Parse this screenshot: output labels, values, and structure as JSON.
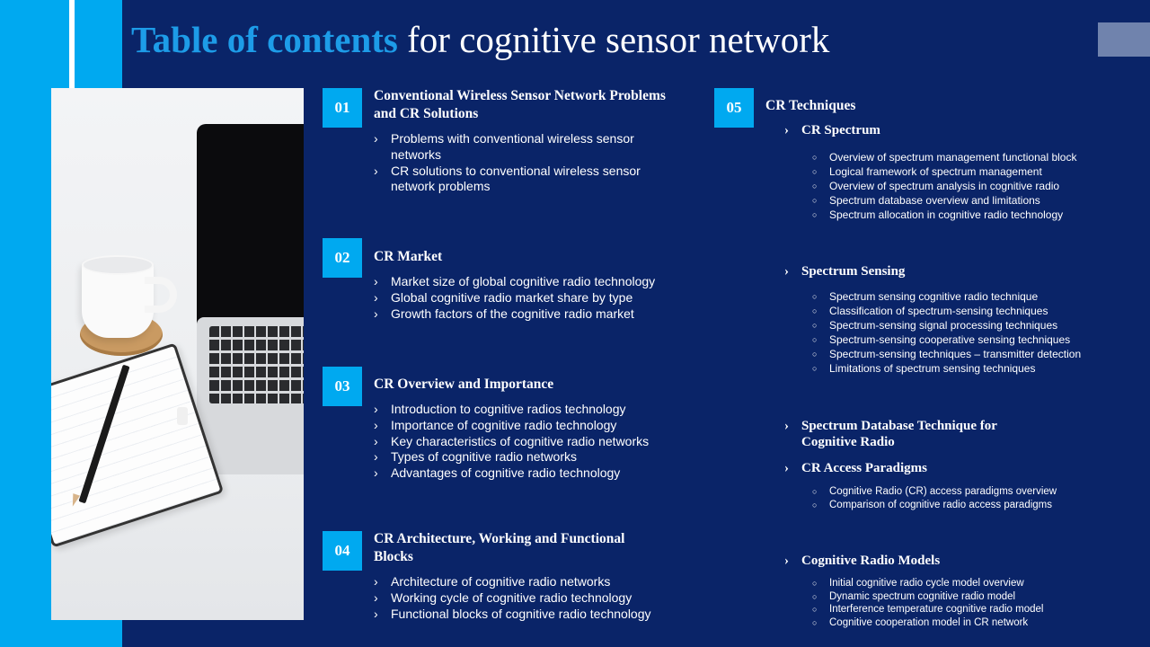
{
  "title": {
    "accent": "Table of contents",
    "rest": " for cognitive sensor network"
  },
  "sections": [
    {
      "num": "01",
      "heading": "Conventional Wireless Sensor Network Problems and CR Solutions",
      "items": [
        "Problems with conventional wireless sensor networks",
        "CR solutions to conventional wireless sensor network problems"
      ]
    },
    {
      "num": "02",
      "heading": "CR Market",
      "items": [
        "Market size of global cognitive radio technology",
        "Global cognitive radio market share by type",
        "Growth factors of the cognitive radio market"
      ]
    },
    {
      "num": "03",
      "heading": "CR Overview and Importance",
      "items": [
        "Introduction to cognitive radios technology",
        "Importance of cognitive radio technology",
        "Key characteristics of cognitive radio networks",
        "Types of cognitive radio networks",
        "Advantages of cognitive radio technology"
      ]
    },
    {
      "num": "04",
      "heading": "CR Architecture, Working and Functional Blocks",
      "items": [
        "Architecture of cognitive radio networks",
        "Working cycle of cognitive radio technology",
        "Functional blocks of cognitive radio technology"
      ]
    },
    {
      "num": "05",
      "heading": "CR Techniques",
      "subsections": [
        {
          "title": "CR Spectrum",
          "items": [
            "Overview  of spectrum management functional block",
            "Logical framework of spectrum management",
            "Overview  of spectrum analysis in cognitive radio",
            "Spectrum database overview  and limitations",
            "Spectrum allocation in cognitive radio technology"
          ]
        },
        {
          "title": "Spectrum Sensing",
          "items": [
            "Spectrum sensing cognitive radio technique",
            "Classification of spectrum-sensing techniques",
            "Spectrum-sensing signal processing techniques",
            "Spectrum-sensing cooperative  sensing techniques",
            "Spectrum-sensing techniques – transmitter detection",
            "Limitations of spectrum sensing techniques"
          ]
        },
        {
          "title": "Spectrum Database Technique for Cognitive Radio",
          "items": []
        },
        {
          "title": "CR Access Paradigms",
          "items": [
            "Cognitive Radio (CR) access paradigms overview",
            "Comparison of cognitive radio access paradigms"
          ]
        },
        {
          "title": "Cognitive Radio Models",
          "items": [
            "Initial cognitive radio cycle model overview",
            "Dynamic spectrum cognitive radio model",
            "Interference temperature cognitive radio model",
            "Cognitive cooperation model in CR network"
          ]
        }
      ]
    }
  ],
  "colors": {
    "background": "#0a2468",
    "accent": "#00a9f0",
    "title_accent": "#1d9ce8",
    "corner_block": "#7083ad"
  }
}
